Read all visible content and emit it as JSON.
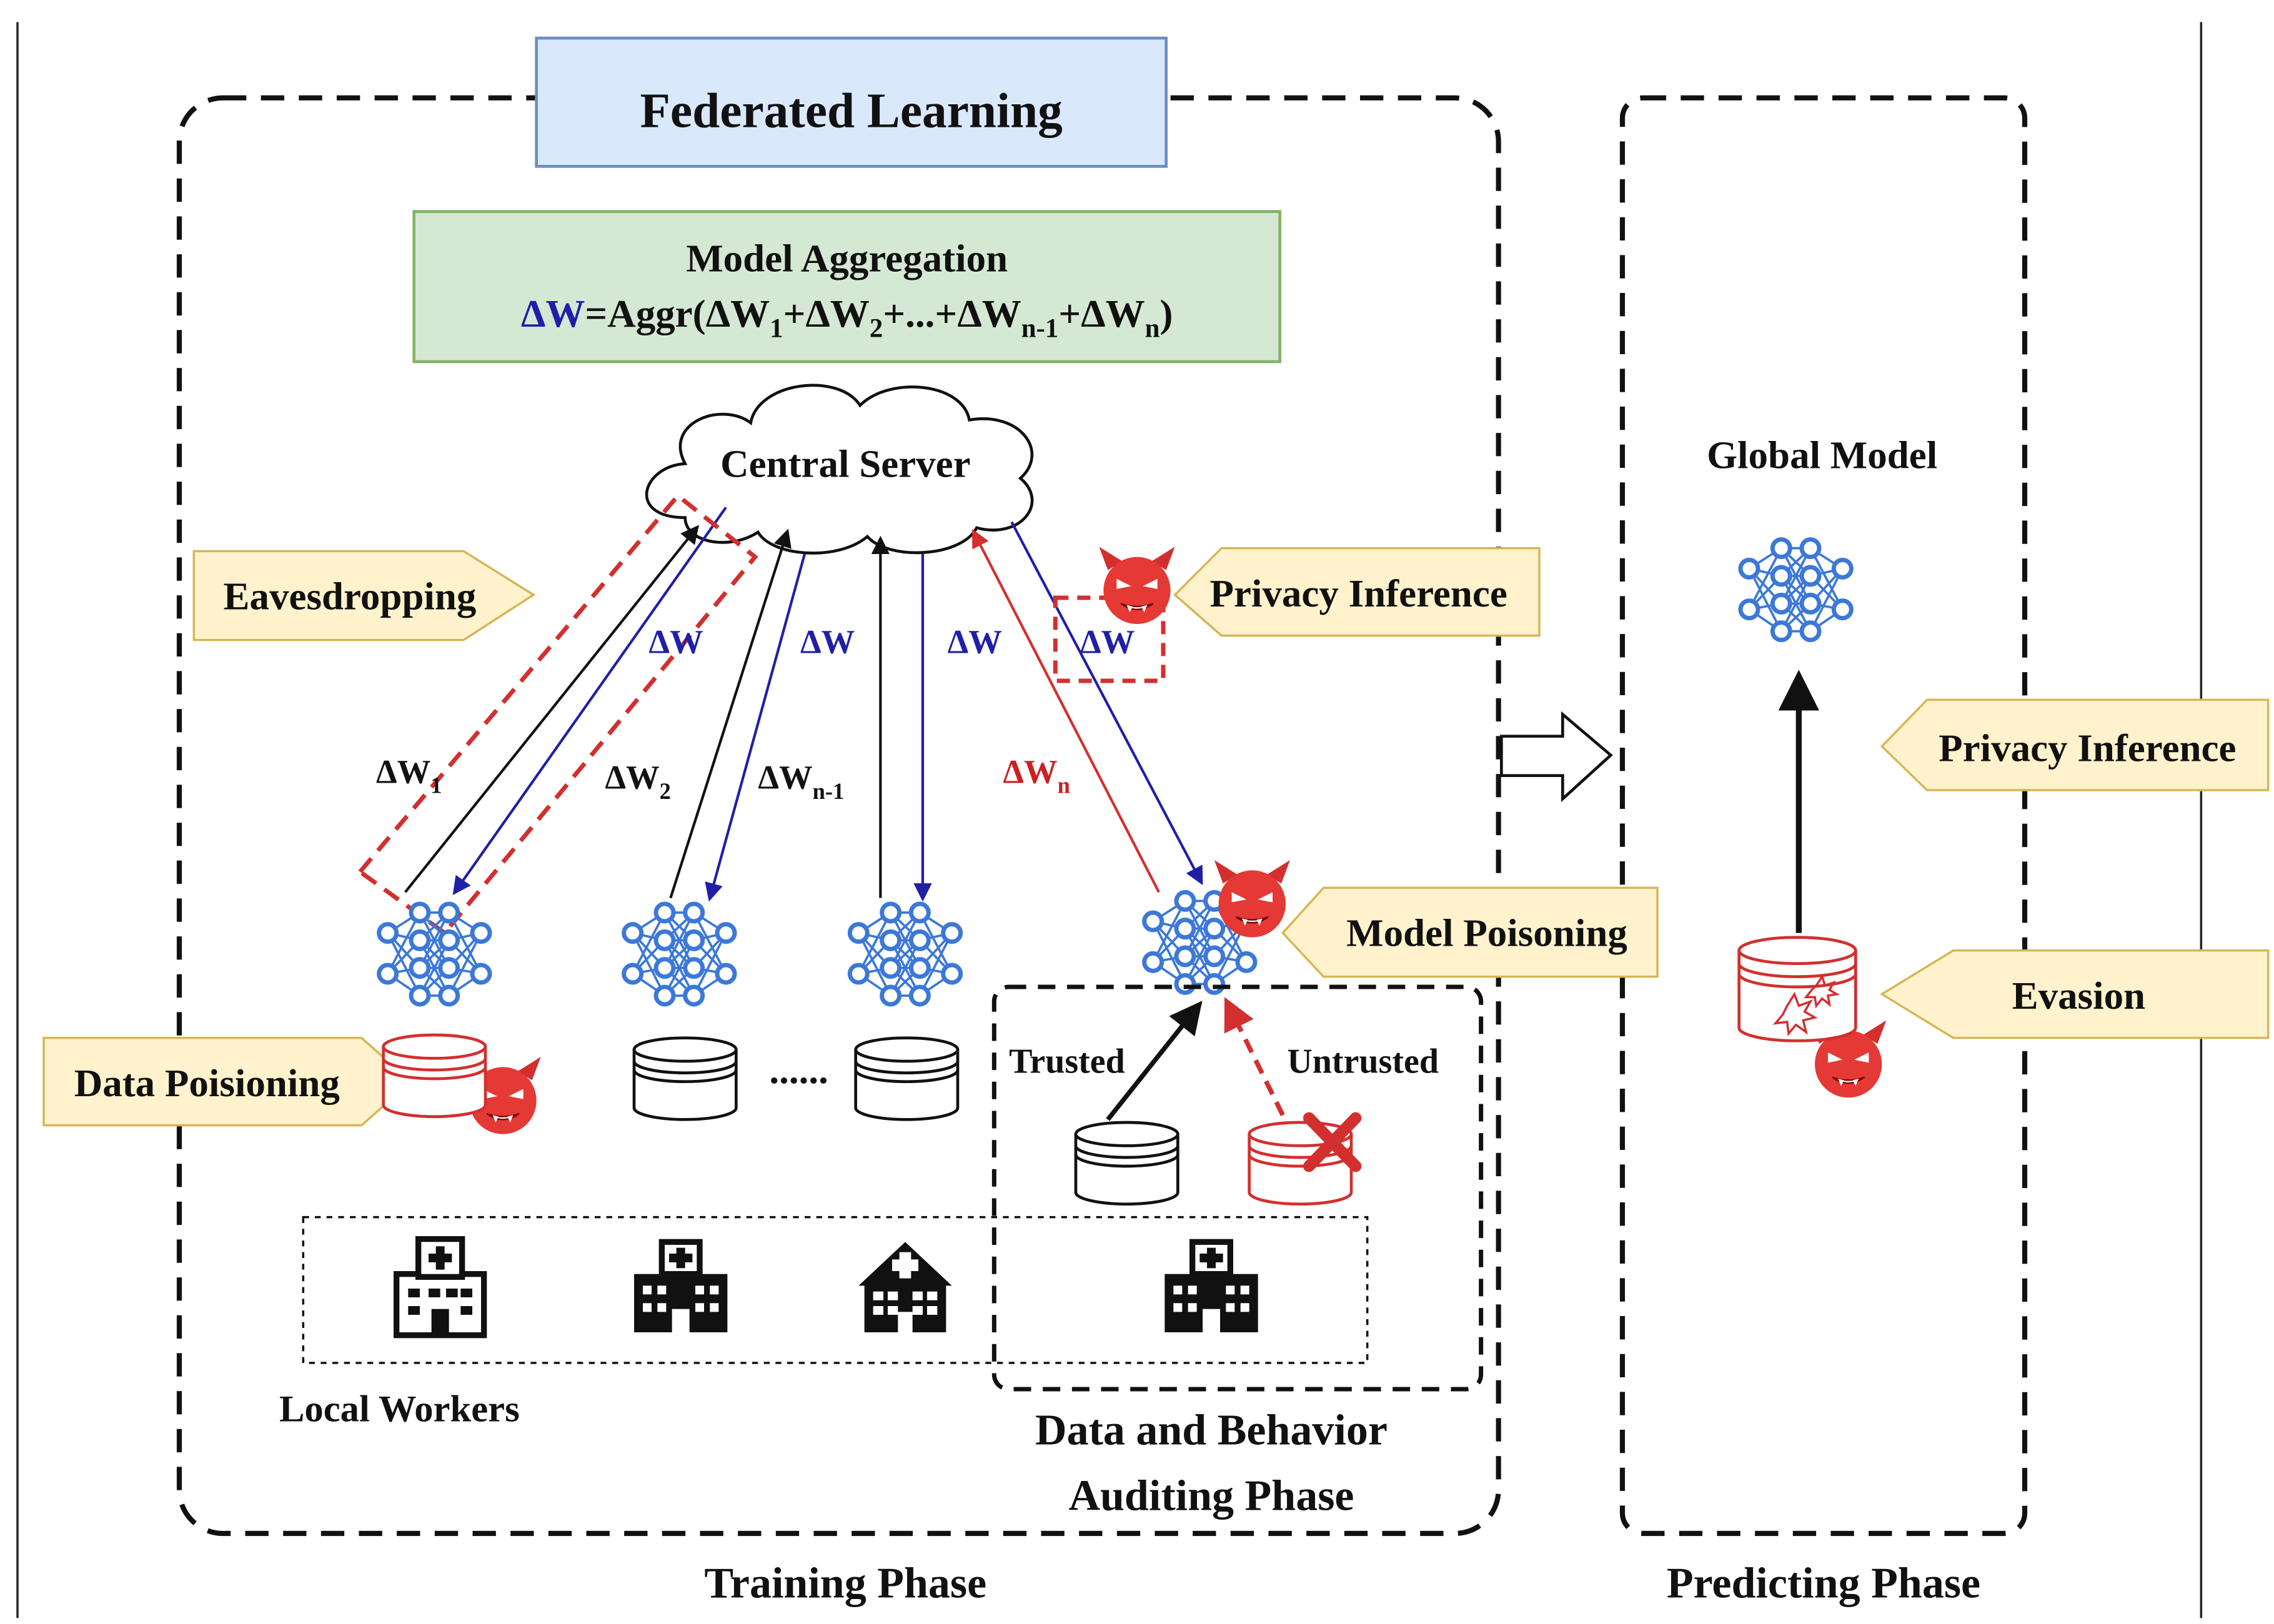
{
  "title": "Federated Learning",
  "aggregation": {
    "title": "Model Aggregation",
    "formula_lead": "ΔW",
    "formula_rest": "=Aggr(ΔW",
    "sub1": "1",
    "plus2": "+ΔW",
    "sub2": "2",
    "plus3": "+...+ΔW",
    "subn1": "n-1",
    "plusn": "+ΔW",
    "subn": "n",
    "close": ")"
  },
  "central_server": "Central Server",
  "updates": {
    "dw": "ΔW",
    "w1_base": "ΔW",
    "w1_sub": "1",
    "w2_base": "ΔW",
    "w2_sub": "2",
    "wn1_base": "ΔW",
    "wn1_sub": "n-1",
    "wn_base": "ΔW",
    "wn_sub": "n"
  },
  "attacks": {
    "eavesdropping": "Eavesdropping",
    "privacy_inference": "Privacy Inference",
    "model_poisoning": "Model Poisoning",
    "data_poisoning": "Data Poisioning",
    "privacy_inference_predict": "Privacy Inference",
    "evasion": "Evasion"
  },
  "ellipsis": "......",
  "audit": {
    "trusted": "Trusted",
    "untrusted": "Untrusted",
    "label_line1": "Data and Behavior",
    "label_line2": "Auditing Phase"
  },
  "local_workers": "Local Workers",
  "global_model": "Global Model",
  "phases": {
    "training": "Training Phase",
    "predicting": "Predicting Phase"
  },
  "colors": {
    "title_box": "#dae8fc",
    "aggregation_box": "#d5e8d4",
    "callout": "#fff2cc",
    "black_arrow": "#111111",
    "blue_arrow": "#1f1fa8",
    "attack_red": "#d32f2f",
    "network_blue": "#3c78d8"
  },
  "icons": [
    "neural-network-icon",
    "database-icon",
    "hospital-icon",
    "devil-icon",
    "red-x-icon"
  ]
}
